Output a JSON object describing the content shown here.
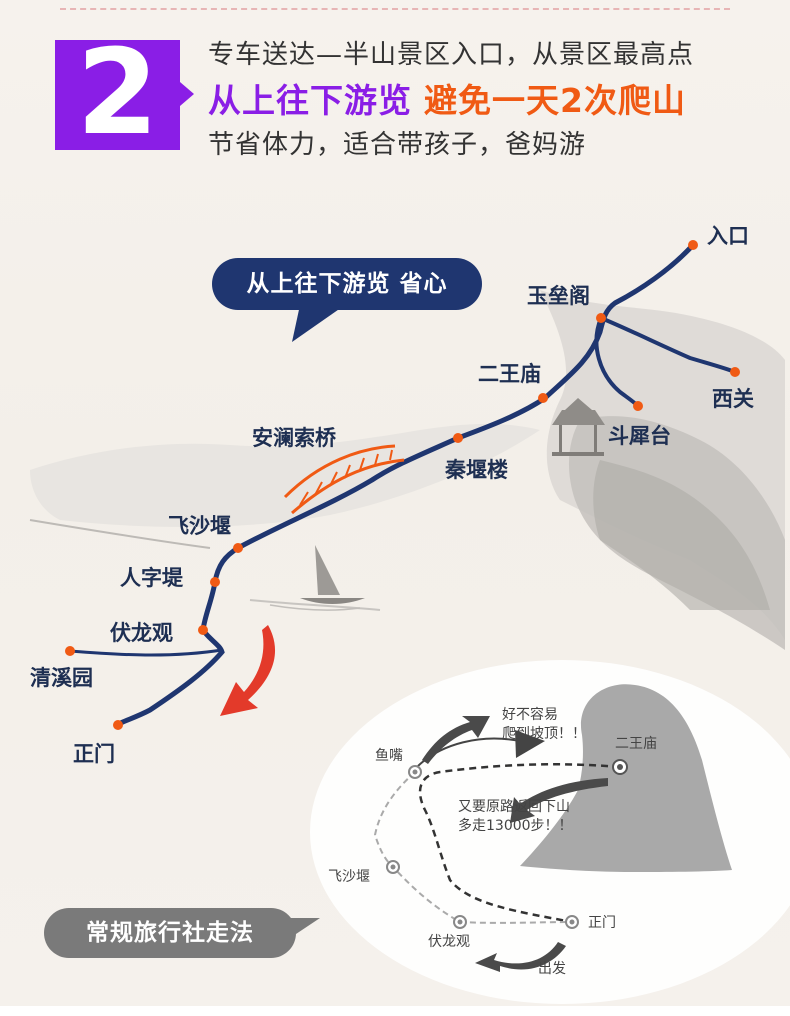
{
  "header": {
    "badge_number": "2",
    "line1": "专车送达—半山景区入口，从景区最高点",
    "line2_part1": "从上往下游览",
    "line2_part2": "避免一天2次爬山",
    "line3": "节省体力，适合带孩子，爸妈游",
    "colors": {
      "purple": "#8a1ee6",
      "orange": "#f05a14",
      "navy": "#1f3670"
    }
  },
  "map": {
    "callout": "从上往下游览 省心",
    "stops": {
      "entrance": "入口",
      "yulei_pavilion": "玉垒阁",
      "xiguan": "西关",
      "erwang_temple": "二王庙",
      "douxi_terrace": "斗犀台",
      "anlan_bridge": "安澜索桥",
      "qinyan_tower": "秦堰楼",
      "feisha_weir": "飞沙堰",
      "renzi_dike": "人字堤",
      "fulong_temple": "伏龙观",
      "qingxi_garden": "清溪园",
      "main_gate": "正门"
    }
  },
  "regular_route": {
    "callout": "常规旅行社走法",
    "erwang_temple": "二王庙",
    "yuzui": "鱼嘴",
    "feisha_weir": "飞沙堰",
    "fulong_temple": "伏龙观",
    "main_gate": "正门",
    "note_top_line1": "好不容易",
    "note_top_line2": "爬到坡顶！！",
    "note_mid_line1": "又要原路返回下山",
    "note_mid_line2": "多走13000步！！",
    "start": "出发"
  }
}
